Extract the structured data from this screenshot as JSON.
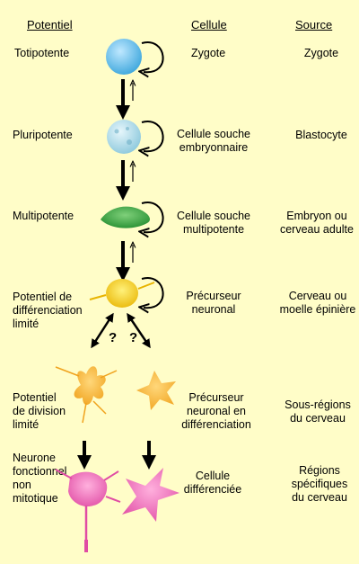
{
  "headers": {
    "potentiel": "Potentiel",
    "cellule": "Cellule",
    "source": "Source"
  },
  "rows": [
    {
      "potentiel": [
        "Totipotente"
      ],
      "cellule": [
        "Zygote"
      ],
      "source": [
        "Zygote"
      ]
    },
    {
      "potentiel": [
        "Pluripotente"
      ],
      "cellule": [
        "Cellule souche",
        "embryonnaire"
      ],
      "source": [
        "Blastocyte"
      ]
    },
    {
      "potentiel": [
        "Multipotente"
      ],
      "cellule": [
        "Cellule souche",
        "multipotente"
      ],
      "source": [
        "Embryon ou",
        "cerveau adulte"
      ]
    },
    {
      "potentiel": [
        "Potentiel de",
        "différenciation",
        "limité"
      ],
      "cellule": [
        "Précurseur",
        "neuronal"
      ],
      "source": [
        "Cerveau ou",
        "moelle épinière"
      ]
    },
    {
      "potentiel": [
        "Potentiel",
        "de division",
        "limité"
      ],
      "cellule": [
        "Précurseur",
        "neuronal en",
        "différenciation"
      ],
      "source": [
        "Sous-régions",
        "du cerveau"
      ]
    },
    {
      "potentiel": [
        "Neurone",
        "fonctionnel",
        "non",
        "mitotique"
      ],
      "cellule": [
        "Cellule",
        "différenciée"
      ],
      "source": [
        "Régions",
        "spécifiques",
        "du cerveau"
      ]
    }
  ],
  "uncertainty_marks": [
    "?",
    "?"
  ],
  "colors": {
    "background": "#fffdc8",
    "zygote": "#5ab4e0",
    "embryonic": "#9fd2e4",
    "multipotent": "#3aa040",
    "precursor": "#f2d21a",
    "differentiating": "#f0b030",
    "neuron": "#e866b4"
  },
  "icons": [
    "cycle-arrow-icon",
    "down-arrow-icon",
    "up-arrow-icon"
  ]
}
